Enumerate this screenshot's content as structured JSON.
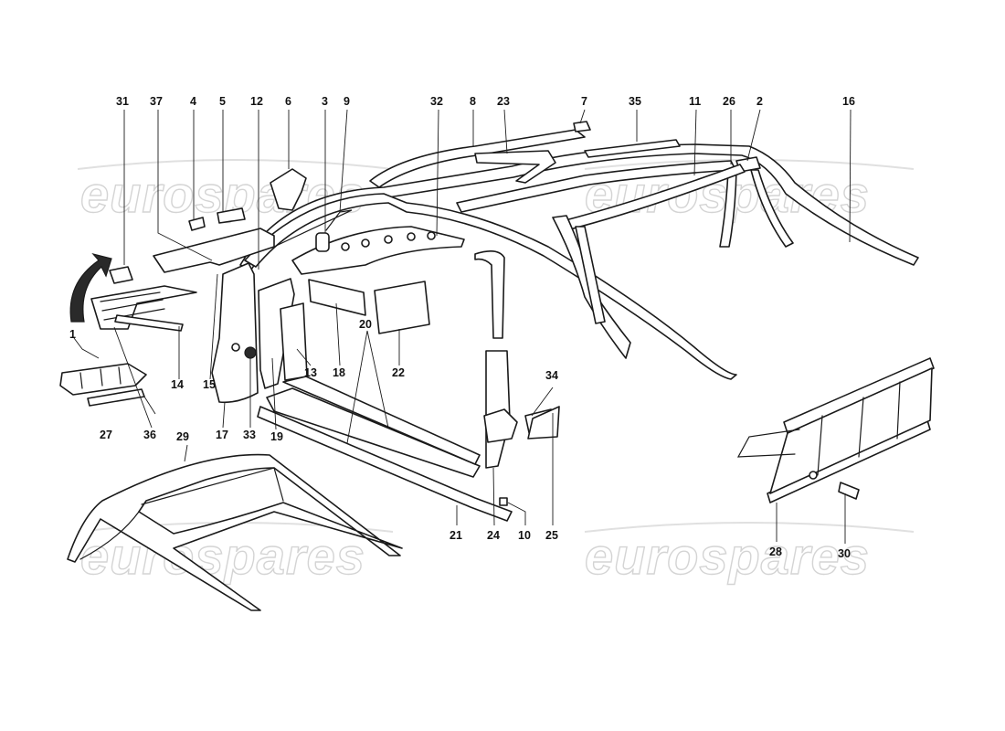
{
  "watermark": {
    "text": "eurospares"
  },
  "callouts": {
    "n1": "1",
    "n2": "2",
    "n3": "3",
    "n4": "4",
    "n5": "5",
    "n6": "6",
    "n7": "7",
    "n8": "8",
    "n9": "9",
    "n10": "10",
    "n11": "11",
    "n12": "12",
    "n13": "13",
    "n14": "14",
    "n15": "15",
    "n16": "16",
    "n17": "17",
    "n18": "18",
    "n19": "19",
    "n20": "20",
    "n21": "21",
    "n22": "22",
    "n23": "23",
    "n24": "24",
    "n25": "25",
    "n26": "26",
    "n27": "27",
    "n28": "28",
    "n29": "29",
    "n30": "30",
    "n31": "31",
    "n32": "32",
    "n33": "33",
    "n34": "34",
    "n35": "35",
    "n36": "36",
    "n37": "37"
  }
}
